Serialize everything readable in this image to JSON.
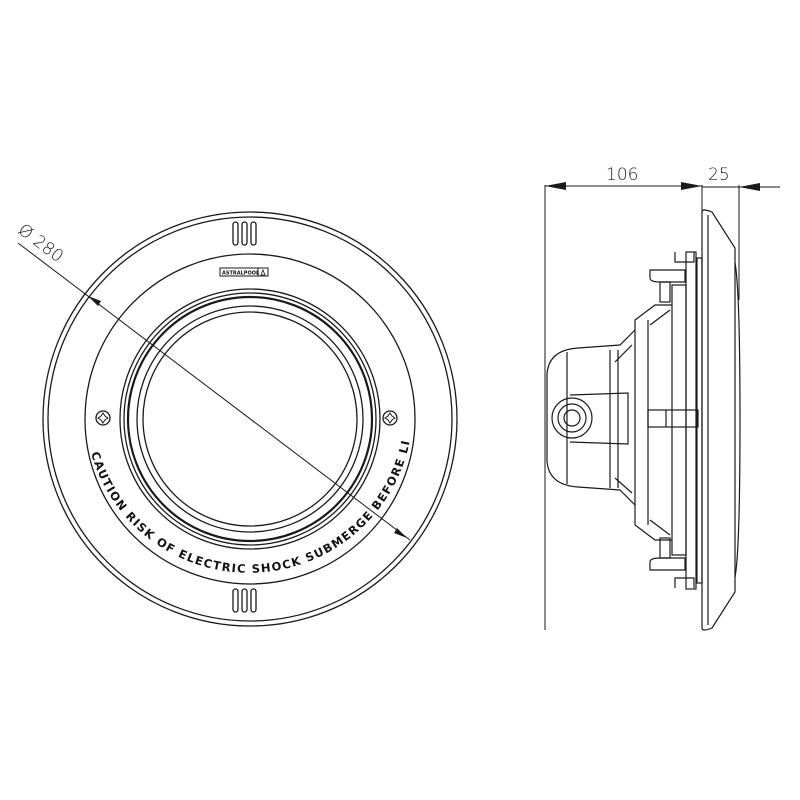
{
  "front_view": {
    "diameter_label": "Ø 280",
    "diameter_value": 280,
    "caution_text": "CAUTION RISK OF ELECTRIC SHOCK SUBMERGE BEFORE LIGHTING",
    "logo_text": "ASTRALPOOL"
  },
  "side_view": {
    "depth_label": "106",
    "depth_value": 106,
    "flange_label": "25",
    "flange_value": 25
  },
  "colors": {
    "line": "#1a1a1a",
    "background": "#ffffff"
  }
}
